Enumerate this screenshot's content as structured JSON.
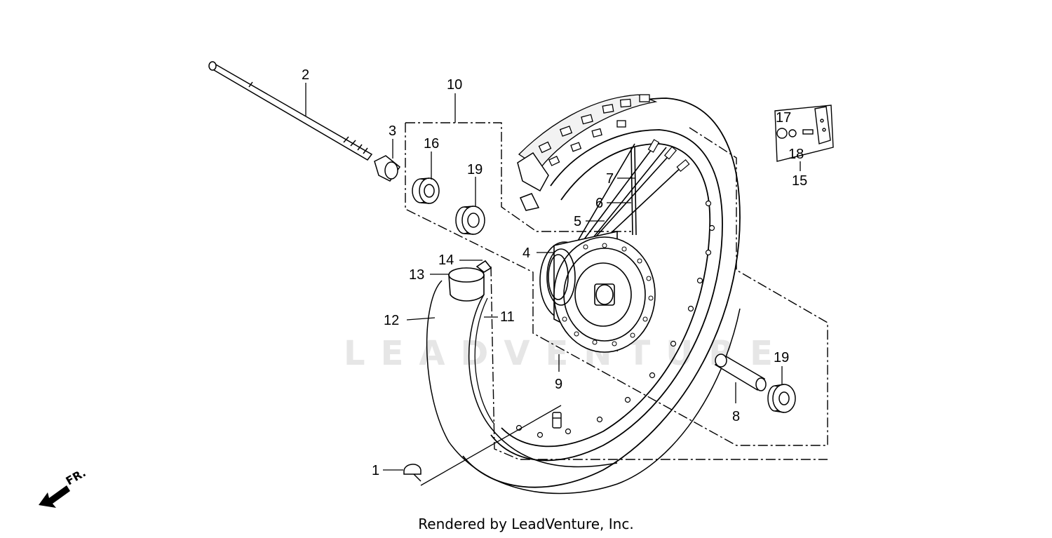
{
  "diagram": {
    "callouts": {
      "c1": "1",
      "c2": "2",
      "c3": "3",
      "c4": "4",
      "c5": "5",
      "c6": "6",
      "c7": "7",
      "c8": "8",
      "c9": "9",
      "c10": "10",
      "c11": "11",
      "c12": "12",
      "c13": "13",
      "c14": "14",
      "c15": "15",
      "c16": "16",
      "c17": "17",
      "c18": "18",
      "c19a": "19",
      "c19b": "19"
    },
    "direction_label": "FR.",
    "watermark": "LEADVENTURE"
  },
  "footer": {
    "credit": "Rendered by LeadVenture, Inc."
  }
}
